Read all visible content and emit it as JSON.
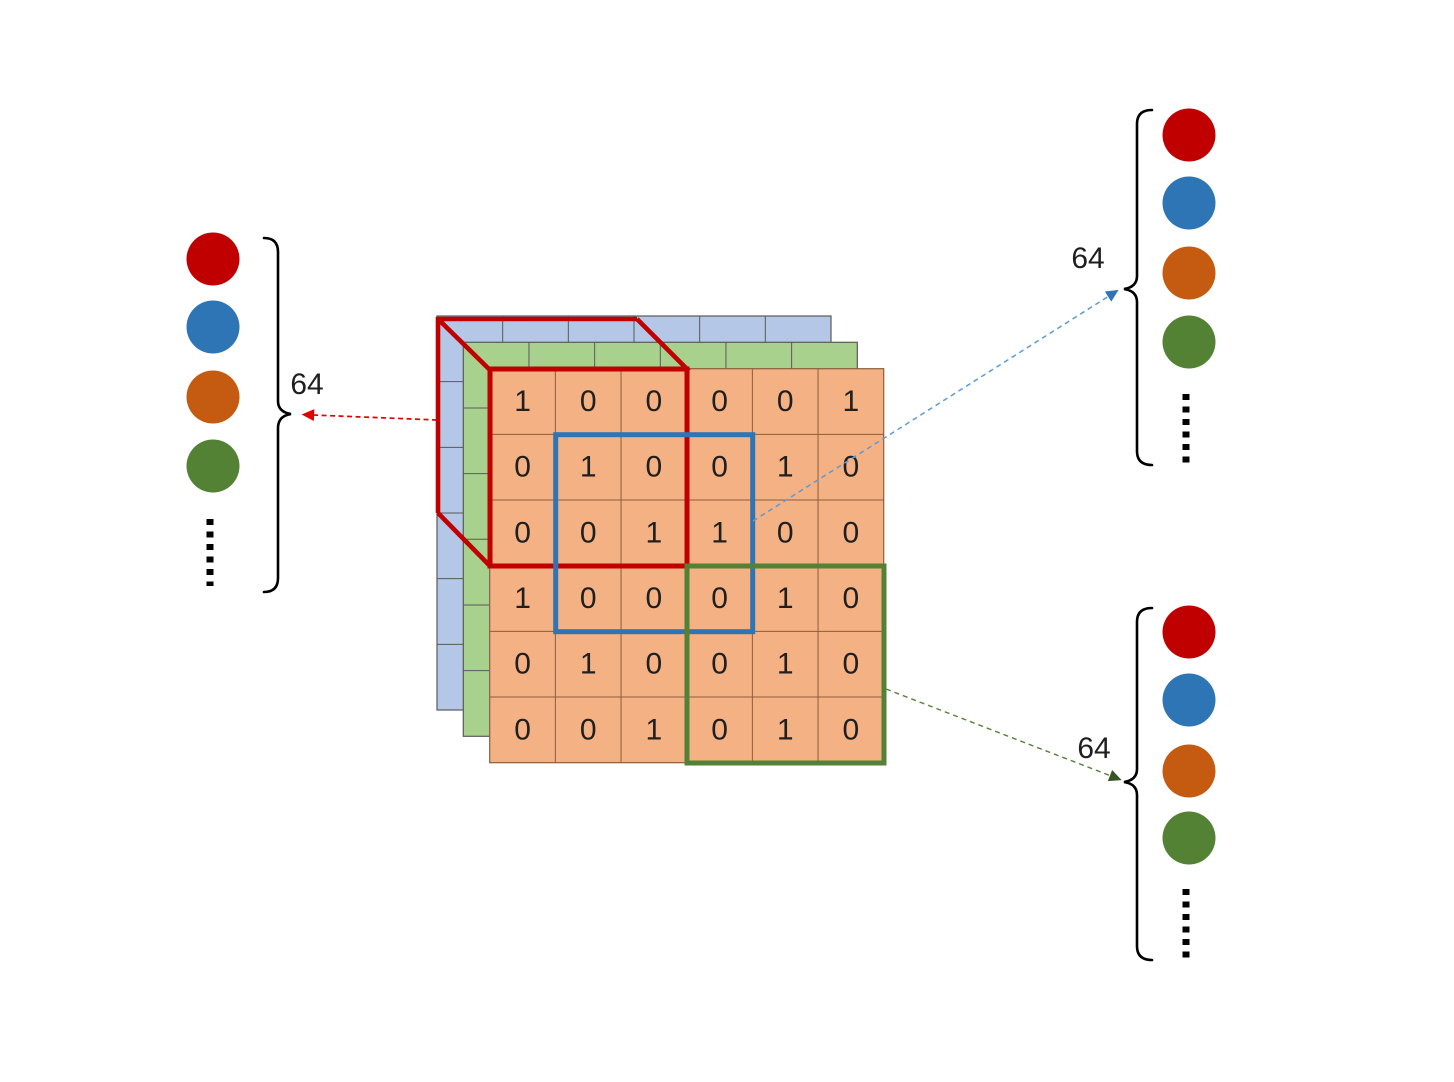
{
  "matrix": {
    "rows": 6,
    "cols": 6,
    "values": [
      [
        1,
        0,
        0,
        0,
        0,
        1
      ],
      [
        0,
        1,
        0,
        0,
        1,
        0
      ],
      [
        0,
        0,
        1,
        1,
        0,
        0
      ],
      [
        1,
        0,
        0,
        0,
        1,
        0
      ],
      [
        0,
        1,
        0,
        0,
        1,
        0
      ],
      [
        0,
        0,
        1,
        0,
        1,
        0
      ]
    ]
  },
  "groups": {
    "left": {
      "label": "64",
      "circles": [
        "#C00000",
        "#2E75B6",
        "#C55A11",
        "#548235"
      ]
    },
    "top_right": {
      "label": "64",
      "circles": [
        "#C00000",
        "#2E75B6",
        "#C55A11",
        "#548235"
      ]
    },
    "bottom_right": {
      "label": "64",
      "circles": [
        "#C00000",
        "#2E75B6",
        "#C55A11",
        "#548235"
      ]
    }
  },
  "colors": {
    "layer_blue_fill": "#B4C7E7",
    "layer_green_fill": "#A9D18E",
    "layer_orange_fill": "#F4B183",
    "layer_gray_line": "#595959",
    "layer_orange_line": "#8B5E3C",
    "window_red": "#C00000",
    "window_blue": "#2E75B6",
    "window_green": "#538135",
    "arrow_red": "#E00000",
    "arrow_blue_line": "#5B9BD5",
    "arrow_blue_head": "#2E75B6",
    "arrow_green_line": "#538135",
    "arrow_green_head": "#375623",
    "text": "#1F1F1F",
    "bracket": "#000000"
  }
}
